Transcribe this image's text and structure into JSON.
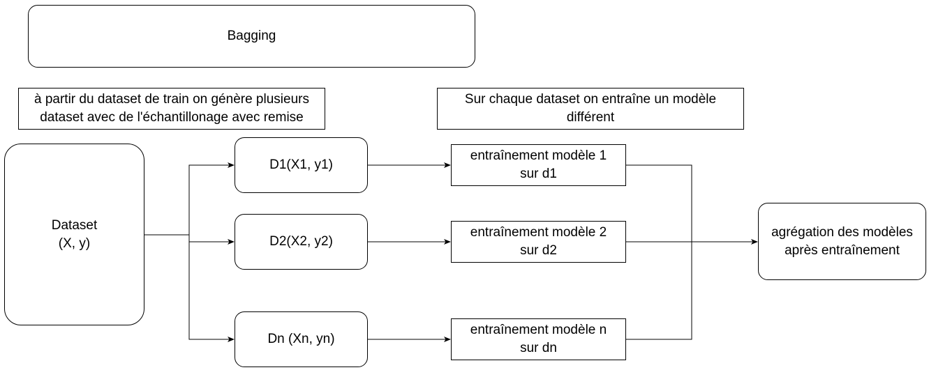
{
  "title": "Bagging",
  "notes": {
    "sampling": "à partir du dataset de train on génère plusieurs\ndataset avec de l'échantillonage avec remise",
    "training": "Sur chaque dataset on entraîne un modèle\ndifférent"
  },
  "dataset": "Dataset\n(X, y)",
  "subsets": [
    "D1(X1, y1)",
    "D2(X2, y2)",
    "Dn (Xn, yn)"
  ],
  "trainings": [
    "entraînement modèle 1\nsur d1",
    "entraînement modèle 2\nsur d2",
    "entraînement modèle n\nsur dn"
  ],
  "aggregation": "agrégation des modèles\naprès entraînement"
}
